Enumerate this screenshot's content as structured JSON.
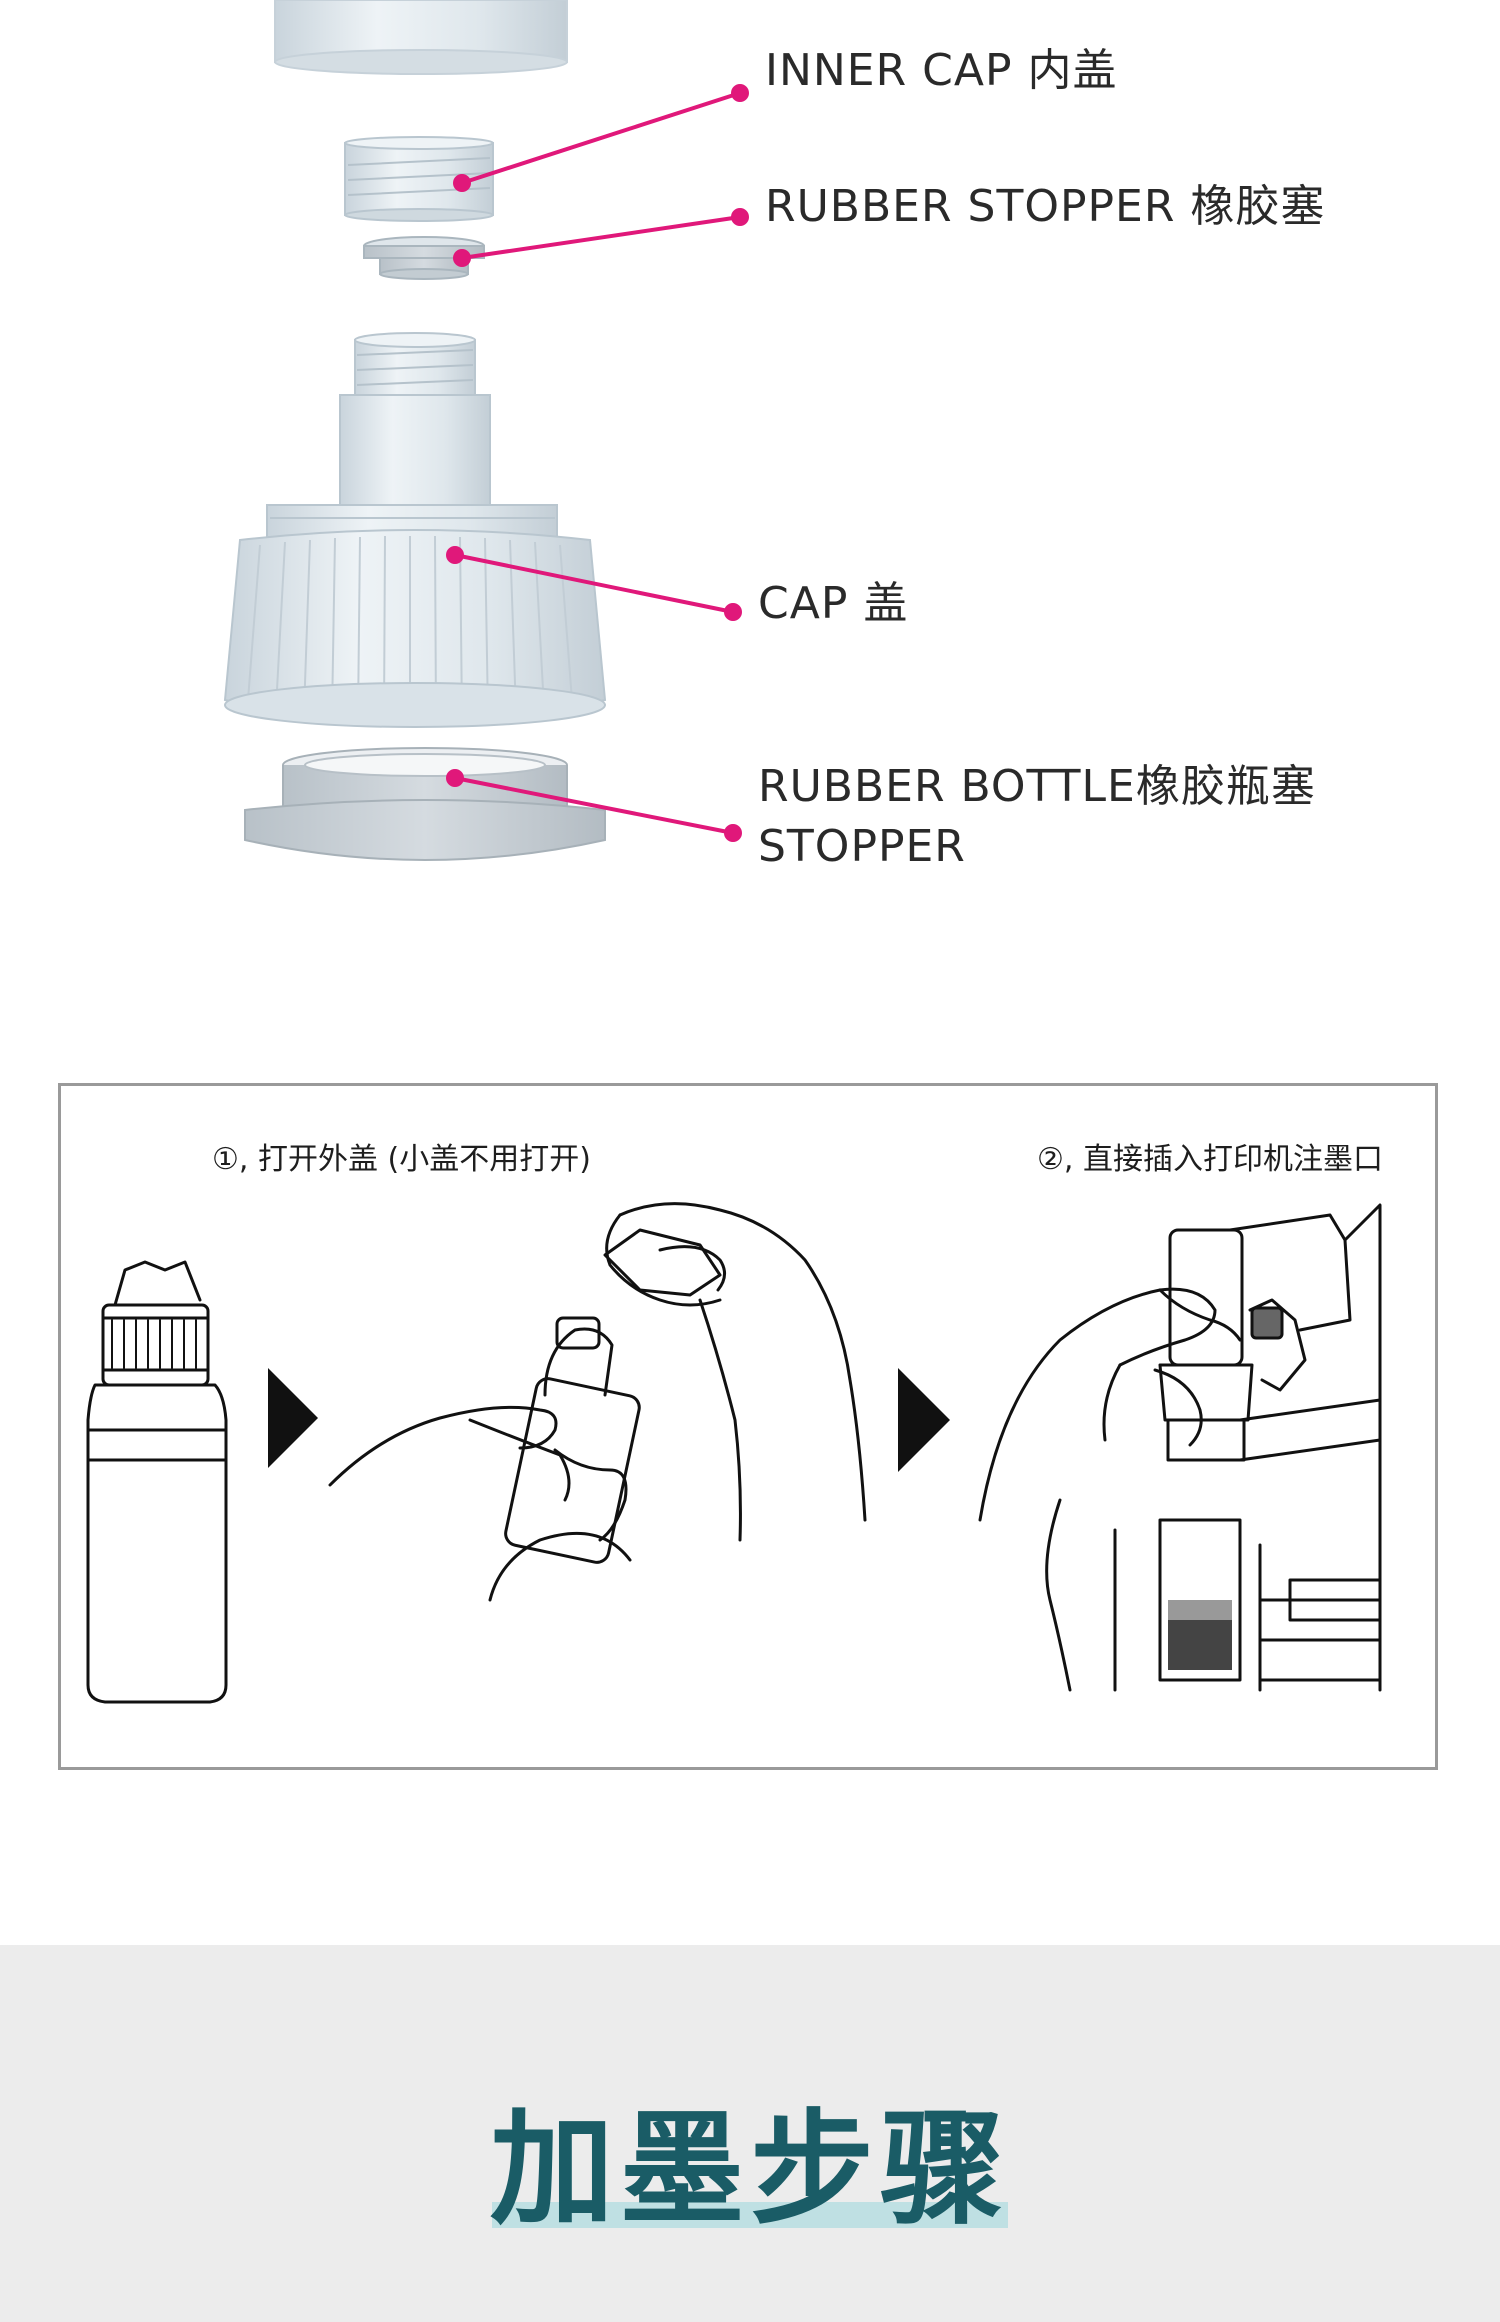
{
  "parts": {
    "inner_cap": "INNER CAP 内盖",
    "rubber_stopper": "RUBBER STOPPER 橡胶塞",
    "cap": "CAP 盖",
    "rubber_bottle_stopper_line1": "RUBBER BOTTLE橡胶瓶塞",
    "rubber_bottle_stopper_line2": "STOPPER"
  },
  "steps": {
    "step1": "①, 打开外盖 (小盖不用打开)",
    "step2": "②, 直接插入打印机注墨口"
  },
  "section_title": "加墨步骤",
  "colors": {
    "leader": "#e0187a",
    "part_fill": "#dfe7ec",
    "part_stroke": "#b9c6cf",
    "heading": "#1a5c66",
    "band": "#ececec"
  }
}
